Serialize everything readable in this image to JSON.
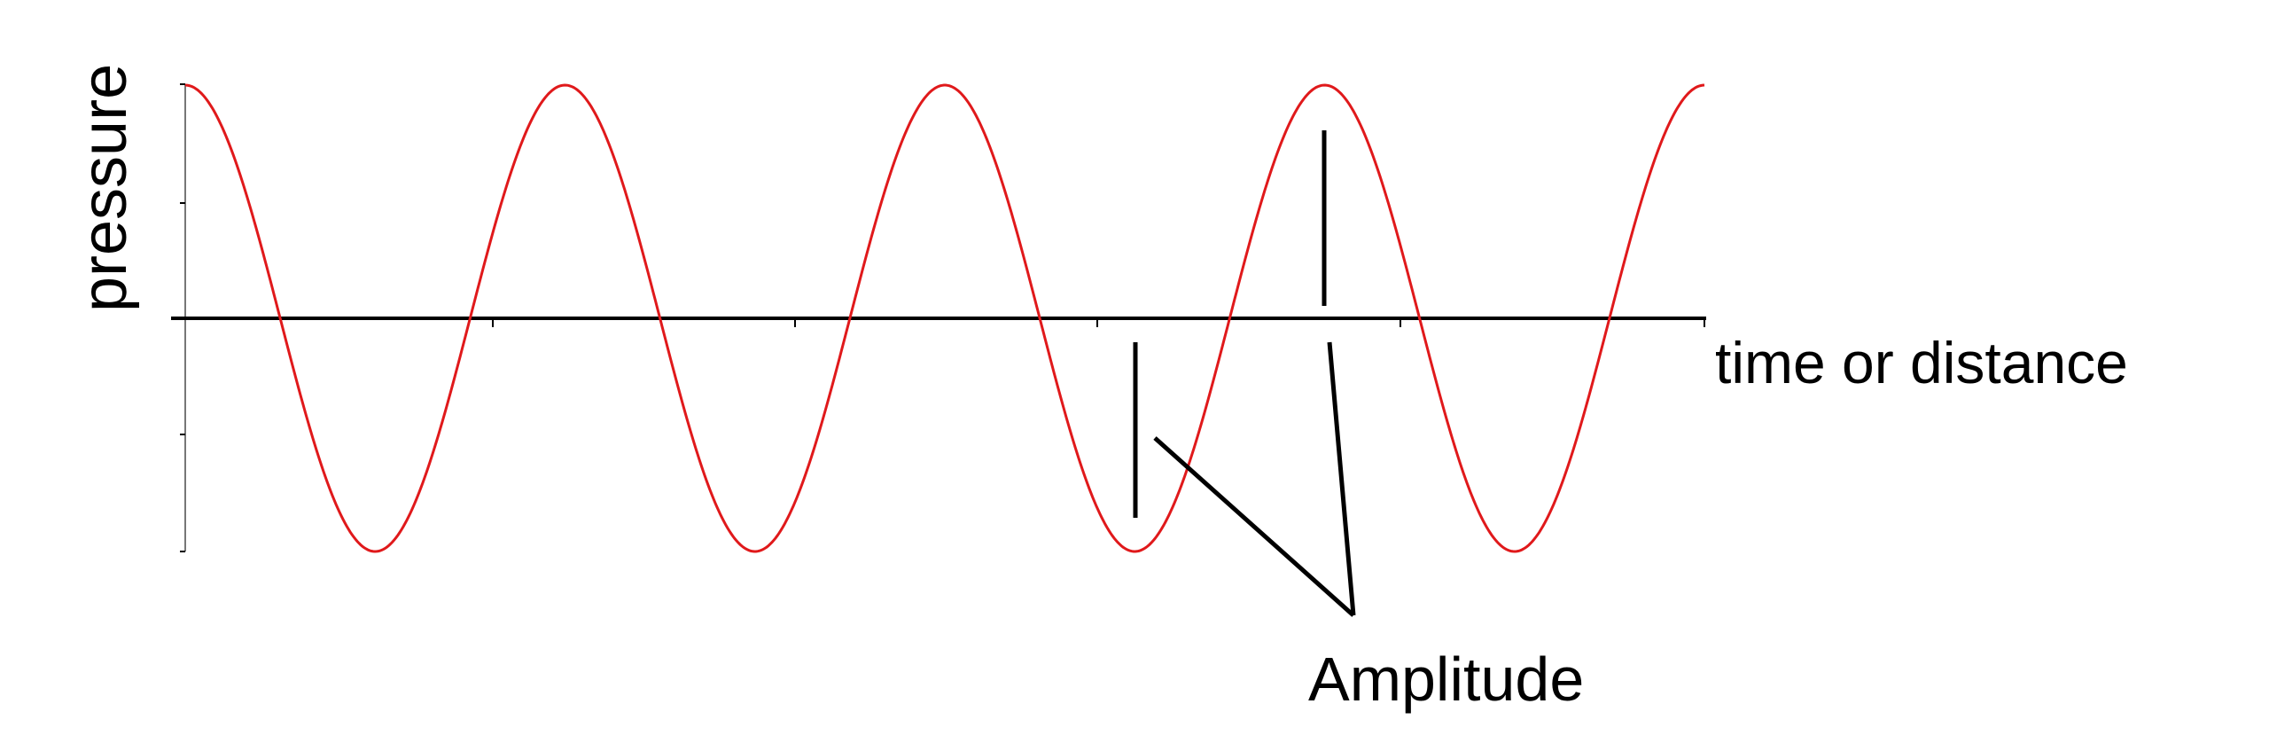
{
  "diagram": {
    "y_label": "pressure",
    "x_label": "time or distance",
    "annotation": "Amplitude",
    "wave": {
      "type": "cosine",
      "cycles": 4,
      "amplitude": 1
    },
    "colors": {
      "wave": "#e0191b",
      "axis": "#000000"
    }
  }
}
